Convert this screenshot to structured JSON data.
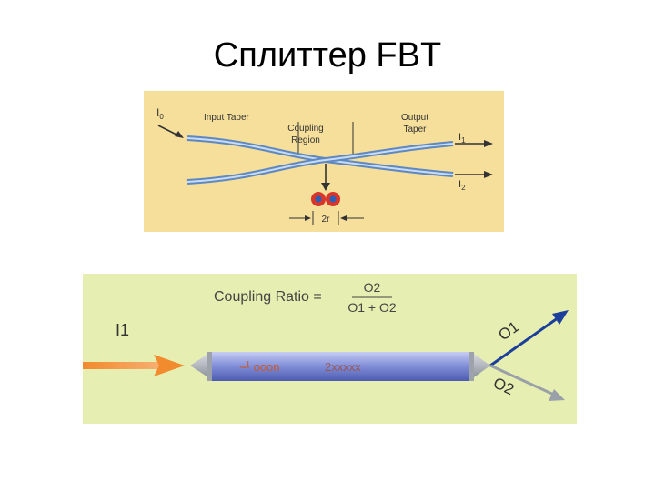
{
  "slide": {
    "title": "Сплиттер FBT"
  },
  "diagram1": {
    "i0": "I",
    "i0_sub": "0",
    "input_taper": "Input Taper",
    "coupling_region_line1": "Coupling",
    "coupling_region_line2": "Region",
    "output_taper_line1": "Output",
    "output_taper_line2": "Taper",
    "i1": "I",
    "i1_sub": "1",
    "i2": "I",
    "i2_sub": "2",
    "core_spacing": "2r",
    "colors": {
      "background": "#f5df9a",
      "fiber": "#7fa8d8",
      "arrow": "#cc2a2a",
      "core": "#2c5db8"
    }
  },
  "diagram2": {
    "coupling_ratio_label": "Coupling Ratio =",
    "numerator": "O2",
    "denominator": "O1 + O2",
    "input_label": "I1",
    "output1_label": "O1",
    "output2_label": "O2",
    "tube_text_1": "ᆗ ooon",
    "tube_text_2": "2xxxxx",
    "colors": {
      "background": "#e6efb1",
      "input_beam": "#f28a2e",
      "output1": "#1c3f9c",
      "output2": "#9aa0a8",
      "tube": "#7f8bd6"
    }
  }
}
